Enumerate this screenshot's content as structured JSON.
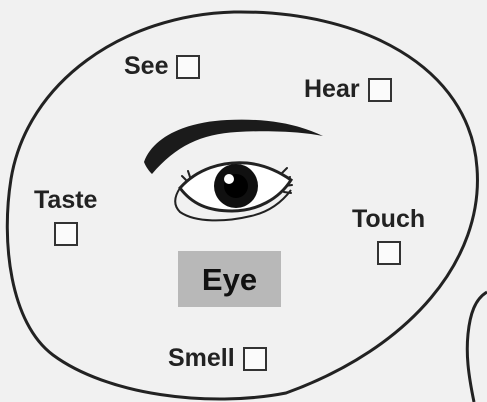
{
  "options": {
    "see": "See",
    "hear": "Hear",
    "taste": "Taste",
    "touch": "Touch",
    "smell": "Smell"
  },
  "label": "Eye",
  "colors": {
    "background": "#f1f1f1",
    "outline": "#222222",
    "label_box": "#b8b8b8",
    "checkbox_border": "#333333"
  },
  "icons": {
    "eye": "eye-icon",
    "checkbox": "checkbox-icon"
  }
}
